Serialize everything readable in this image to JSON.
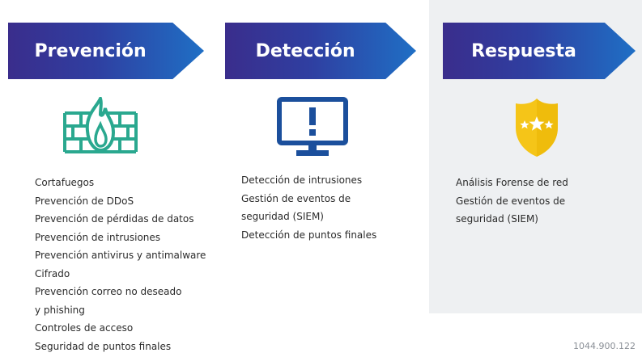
{
  "stages": [
    {
      "title": "Prevención",
      "icon": "firewall-flame-icon",
      "items": [
        "Cortafuegos",
        "Prevención de DDoS",
        "Prevención de pérdidas de datos",
        "Prevención de intrusiones",
        "Prevención antivirus y antimalware",
        "Cifrado",
        "Prevención correo no deseado",
        "y phishing",
        "Controles de acceso",
        "Seguridad de puntos finales"
      ]
    },
    {
      "title": "Detección",
      "icon": "monitor-alert-icon",
      "items": [
        "Detección de intrusiones",
        "Gestión de eventos de",
        "seguridad (SIEM)",
        "Detección de puntos finales"
      ]
    },
    {
      "title": "Respuesta",
      "icon": "shield-stars-icon",
      "items": [
        "Análisis Forense de red",
        "Gestión de eventos de",
        "seguridad (SIEM)"
      ]
    }
  ],
  "reference_code": "1044.900.122",
  "colors": {
    "arrow_start": "#3a2d8c",
    "arrow_end": "#1f6fc5",
    "firewall_teal": "#2aa88f",
    "monitor_blue": "#1b4f9c",
    "shield_gold": "#f5c518",
    "panel_gray": "#eef0f2"
  }
}
